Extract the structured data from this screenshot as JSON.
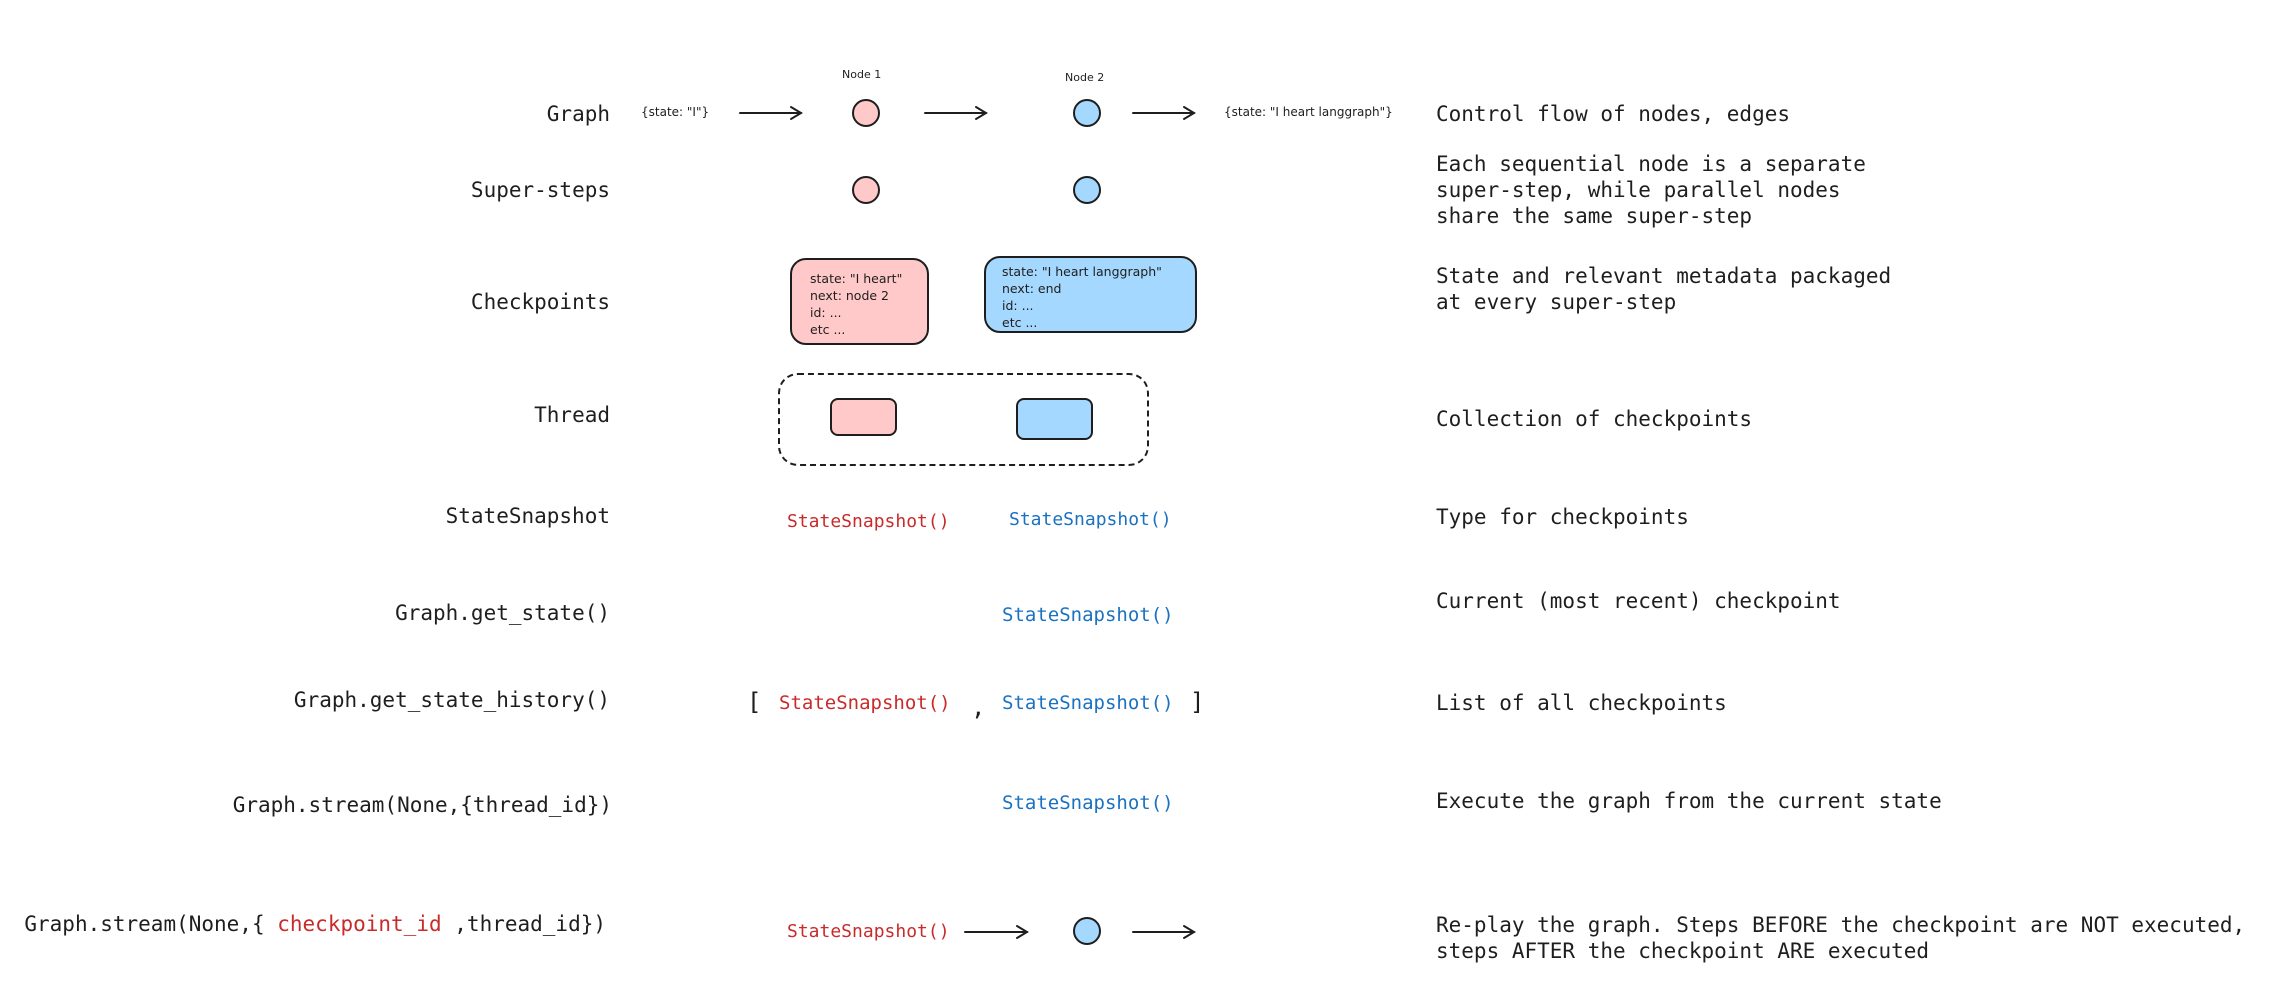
{
  "rows": {
    "graph": {
      "label": "Graph",
      "description": "Control flow of nodes, edges",
      "input_state": "{state: \"I\"}",
      "output_state": "{state: \"I heart langgraph\"}",
      "node1_label": "Node 1",
      "node2_label": "Node 2"
    },
    "supersteps": {
      "label": "Super-steps",
      "description": "Each sequential node is a separate\nsuper-step, while parallel nodes\nshare the same super-step"
    },
    "checkpoints": {
      "label": "Checkpoints",
      "description": "State and relevant metadata packaged\nat every super-step",
      "card1": [
        "state: \"I heart\"",
        "next: node 2",
        "id: ...",
        "etc ..."
      ],
      "card2": [
        "state: \"I heart langgraph\"",
        "next: end",
        "id: ...",
        "etc ..."
      ]
    },
    "thread": {
      "label": "Thread",
      "description": "Collection of checkpoints"
    },
    "statesnapshot": {
      "label": "StateSnapshot",
      "description": "Type for checkpoints",
      "left": "StateSnapshot()",
      "right": "StateSnapshot()"
    },
    "get_state": {
      "label": "Graph.get_state()",
      "description": "Current (most recent) checkpoint",
      "value": "StateSnapshot()"
    },
    "get_state_history": {
      "label": "Graph.get_state_history()",
      "description": "List of all checkpoints",
      "open_bracket": "[",
      "left": "StateSnapshot()",
      "comma": ",",
      "right": "StateSnapshot()",
      "close_bracket": "]"
    },
    "stream": {
      "label": "Graph.stream(None,{thread_id})",
      "description": "Execute the graph from the current state",
      "value": "StateSnapshot()"
    },
    "stream_checkpoint": {
      "label_prefix": "Graph.stream(None,{",
      "label_highlight": "checkpoint_id",
      "label_suffix": ",thread_id})",
      "description": "Re-play the graph. Steps BEFORE the checkpoint are NOT executed,\nsteps AFTER the checkpoint ARE executed",
      "value": "StateSnapshot()"
    }
  },
  "colors": {
    "pink_fill": "#ffc9c9",
    "blue_fill": "#a5d8ff",
    "red_text": "#c92a2a",
    "blue_text": "#1971c2",
    "stroke": "#1e1e1e"
  }
}
